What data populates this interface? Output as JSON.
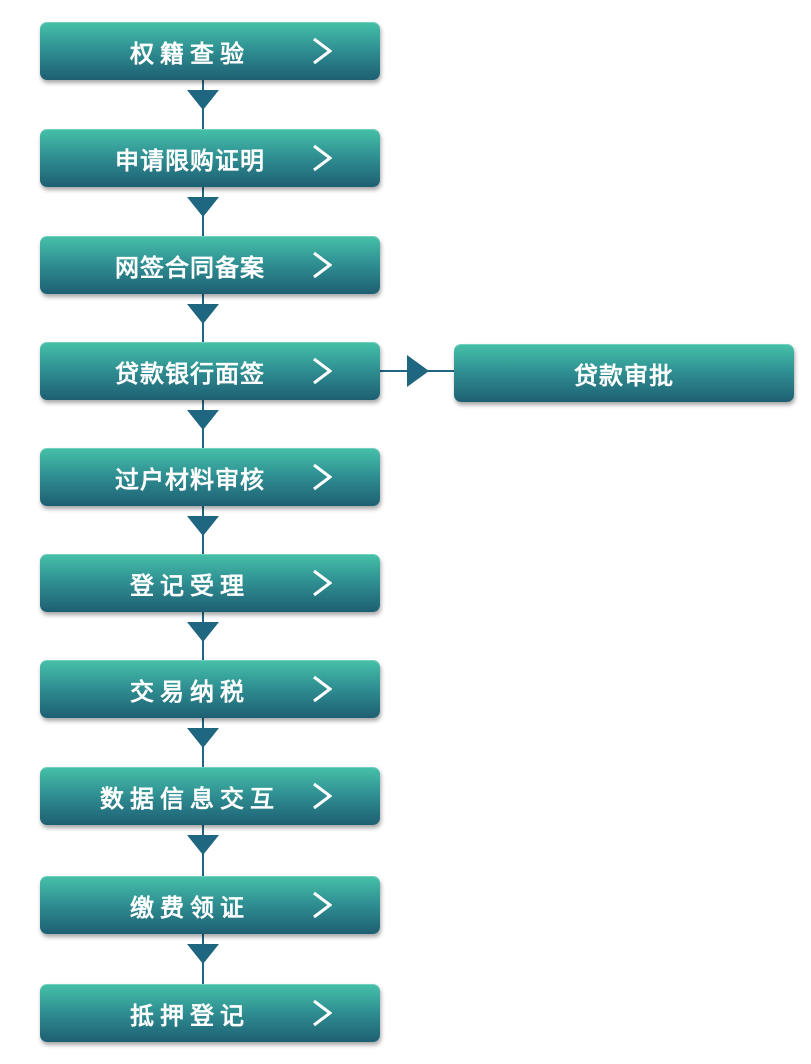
{
  "steps": [
    {
      "label": "权籍查验",
      "spaced": true
    },
    {
      "label": "申请限购证明",
      "spaced": false
    },
    {
      "label": "网签合同备案",
      "spaced": false
    },
    {
      "label": "贷款银行面签",
      "spaced": false
    },
    {
      "label": "过户材料审核",
      "spaced": false
    },
    {
      "label": "登记受理",
      "spaced": true
    },
    {
      "label": "交易纳税",
      "spaced": true
    },
    {
      "label": "数据信息交互",
      "spaced": true
    },
    {
      "label": "缴费领证",
      "spaced": true
    },
    {
      "label": "抵押登记",
      "spaced": true
    }
  ],
  "side_step": {
    "label": "贷款审批",
    "from_step": 3
  },
  "colors": {
    "box_top": "#46c1a9",
    "box_mid": "#2f8f92",
    "box_bottom": "#1e5f73",
    "connector": "#1f6680",
    "text": "#ffffff"
  }
}
